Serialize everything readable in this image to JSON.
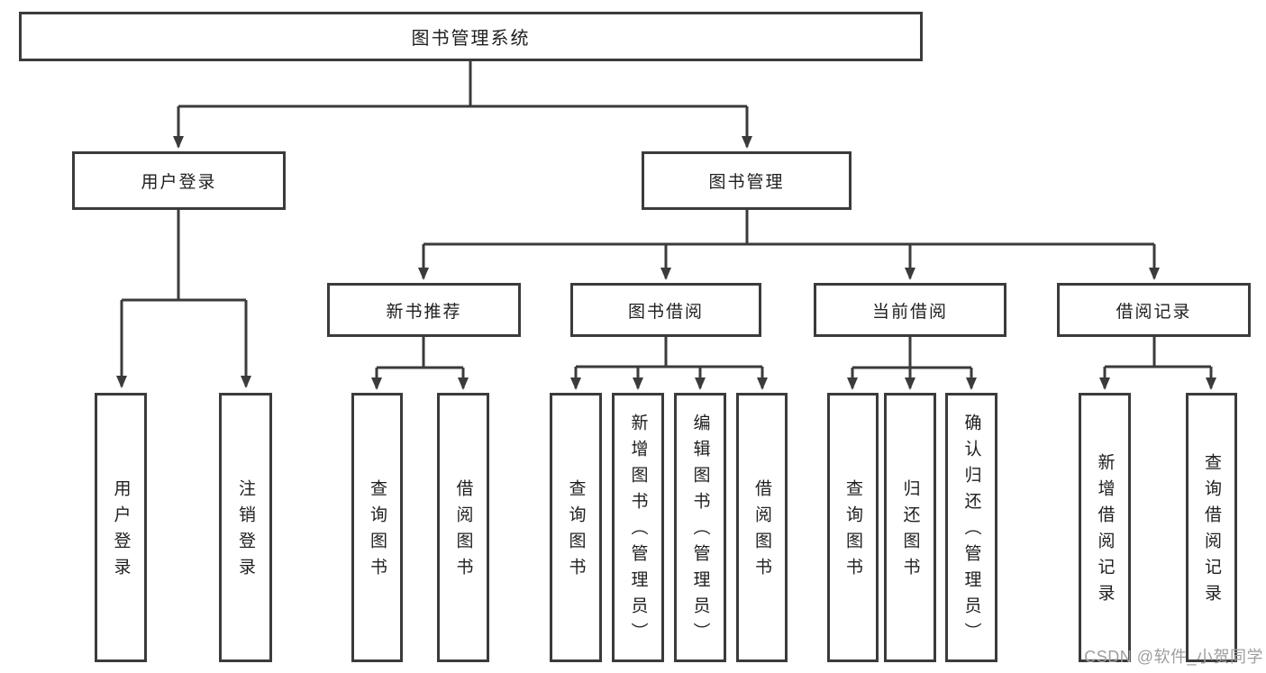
{
  "diagram": {
    "title": "图书管理系统",
    "branches": [
      {
        "label": "用户登录",
        "children": [
          {
            "label": "用户登录"
          },
          {
            "label": "注销登录"
          }
        ]
      },
      {
        "label": "图书管理",
        "children": [
          {
            "label": "新书推荐",
            "children": [
              {
                "label": "查询图书"
              },
              {
                "label": "借阅图书"
              }
            ]
          },
          {
            "label": "图书借阅",
            "children": [
              {
                "label": "查询图书"
              },
              {
                "label": "新增图书（管理员）"
              },
              {
                "label": "编辑图书（管理员）"
              },
              {
                "label": "借阅图书"
              }
            ]
          },
          {
            "label": "当前借阅",
            "children": [
              {
                "label": "查询图书"
              },
              {
                "label": "归还图书"
              },
              {
                "label": "确认归还（管理员）"
              }
            ]
          },
          {
            "label": "借阅记录",
            "children": [
              {
                "label": "新增借阅记录"
              },
              {
                "label": "查询借阅记录"
              }
            ]
          }
        ]
      }
    ]
  },
  "watermark": {
    "text": "CSDN @软件_小贺同学"
  },
  "colors": {
    "line": "#3b3b3b",
    "text": "#1f1f1f",
    "watermark": "#9e9e9e",
    "background": "#ffffff"
  }
}
